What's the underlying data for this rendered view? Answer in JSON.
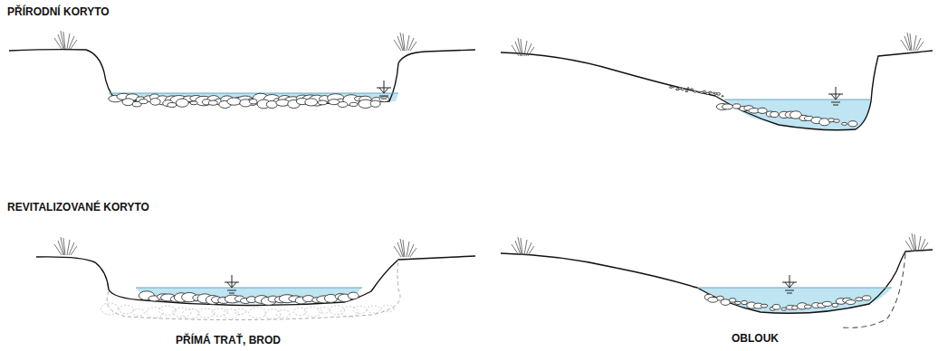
{
  "diagram": {
    "labels": [
      "PŘÍRODNÍ KORYTO",
      "REVITALIZOVANÉ KORYTO",
      "PŘÍMÁ TRAŤ, BROD",
      "OBLOUK"
    ]
  }
}
